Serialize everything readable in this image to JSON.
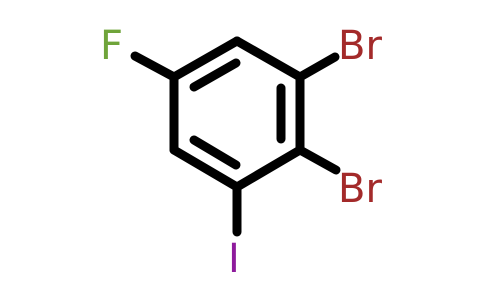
{
  "molecule": {
    "atoms": {
      "fluorine": {
        "symbol": "F",
        "color": "#6fa43a"
      },
      "bromine_top": {
        "symbol": "Br",
        "color": "#a32a2a"
      },
      "bromine_bottom": {
        "symbol": "Br",
        "color": "#a32a2a"
      },
      "iodine": {
        "symbol": "I",
        "color": "#8e1b9c"
      }
    },
    "bond_color": "#000000"
  }
}
